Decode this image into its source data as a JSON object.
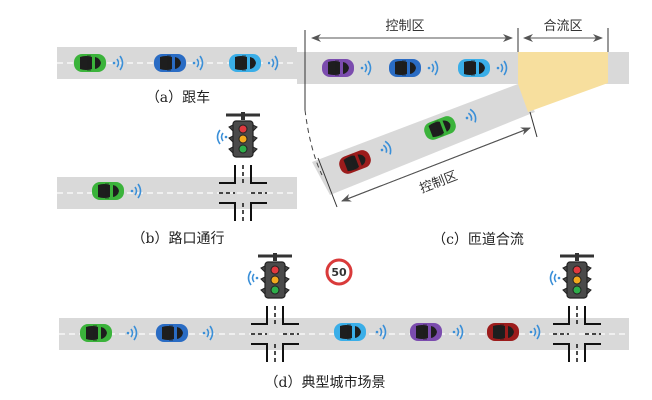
{
  "captions": {
    "a": "（a）跟车",
    "b": "（b）路口通行",
    "c": "（c）匝道合流",
    "d": "（d）典型城市场景"
  },
  "labels": {
    "control_zone_top": "控制区",
    "merge_zone": "合流区",
    "control_zone_ramp": "控制区"
  },
  "speed_limit": "50",
  "colors": {
    "road": "#d9d9d9",
    "merge_zone": "#f7df9e",
    "signal": "#3a8fd8",
    "car_green": "#3bb33b",
    "car_blue": "#2a6cc4",
    "car_lightblue": "#3aaee8",
    "car_purple": "#7b4cae",
    "car_red": "#9c1c1c",
    "sign_ring": "#d93a3a"
  },
  "scenes": {
    "a": {
      "cars": [
        "car_green",
        "car_blue",
        "car_lightblue"
      ]
    },
    "b": {
      "cars": [
        "car_green"
      ]
    },
    "c_main": {
      "cars": [
        "car_purple",
        "car_blue",
        "car_lightblue"
      ]
    },
    "c_ramp": {
      "cars": [
        "car_red",
        "car_green"
      ]
    },
    "d": {
      "cars": [
        "car_green",
        "car_blue",
        "car_lightblue",
        "car_purple",
        "car_red"
      ]
    }
  }
}
